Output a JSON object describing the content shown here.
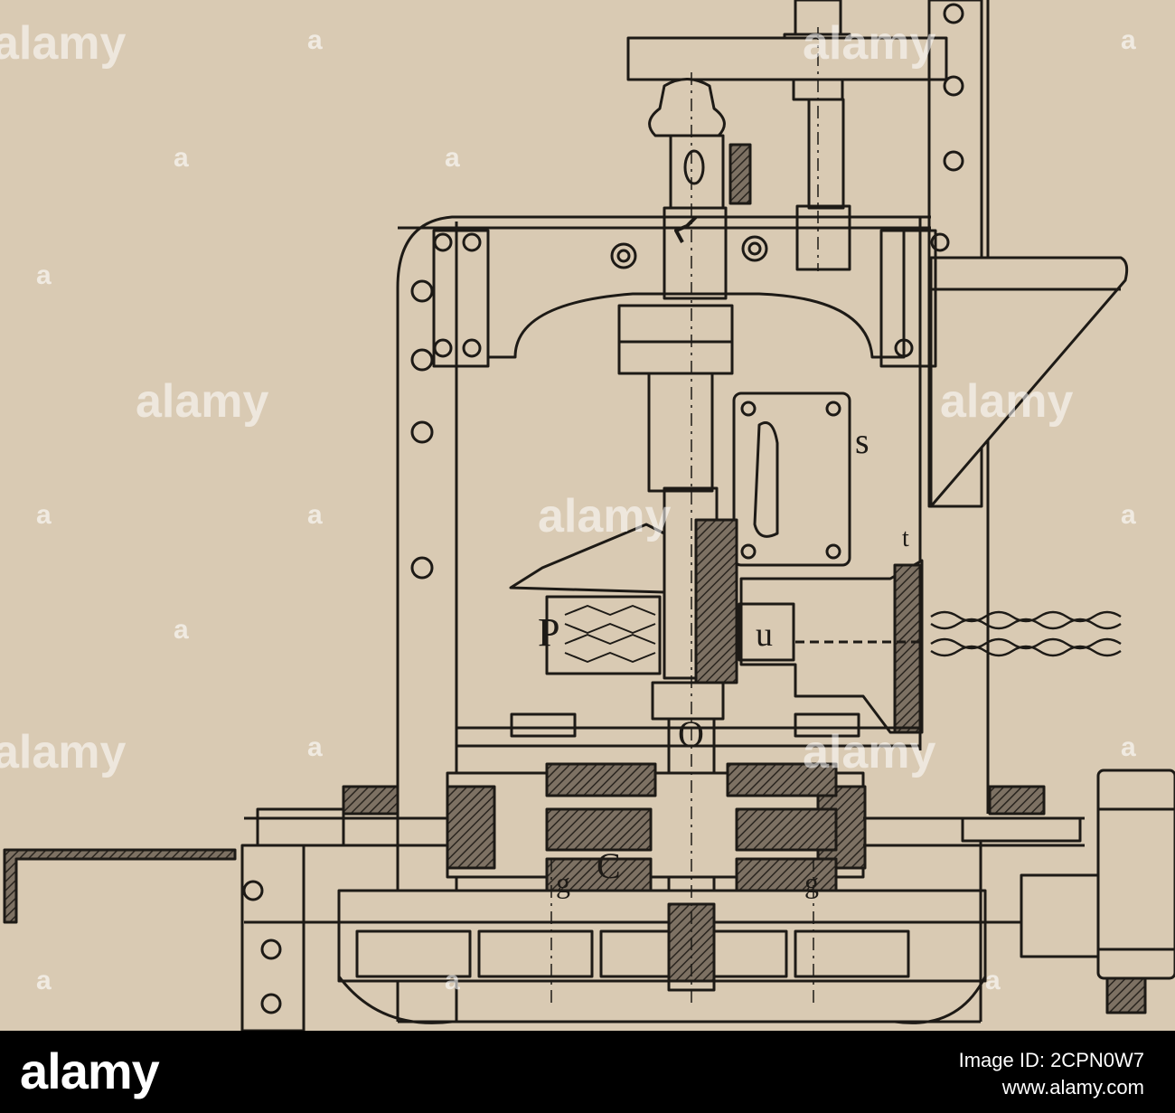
{
  "labels": {
    "s": "s",
    "t": "t",
    "p": "P",
    "u": "u",
    "o": "O",
    "c": "C",
    "g_left": "g",
    "g_right": "g"
  },
  "watermark": {
    "text": "alamy",
    "letter": "a"
  },
  "footer": {
    "brand": "alamy",
    "image_id": "Image ID: 2CPN0W7",
    "site": "www.alamy.com"
  },
  "colors": {
    "paper": "#d9cab3",
    "ink": "#1d1a16",
    "hatch": "#3a342c",
    "footer_bg": "#000000",
    "footer_text": "#ffffff"
  }
}
